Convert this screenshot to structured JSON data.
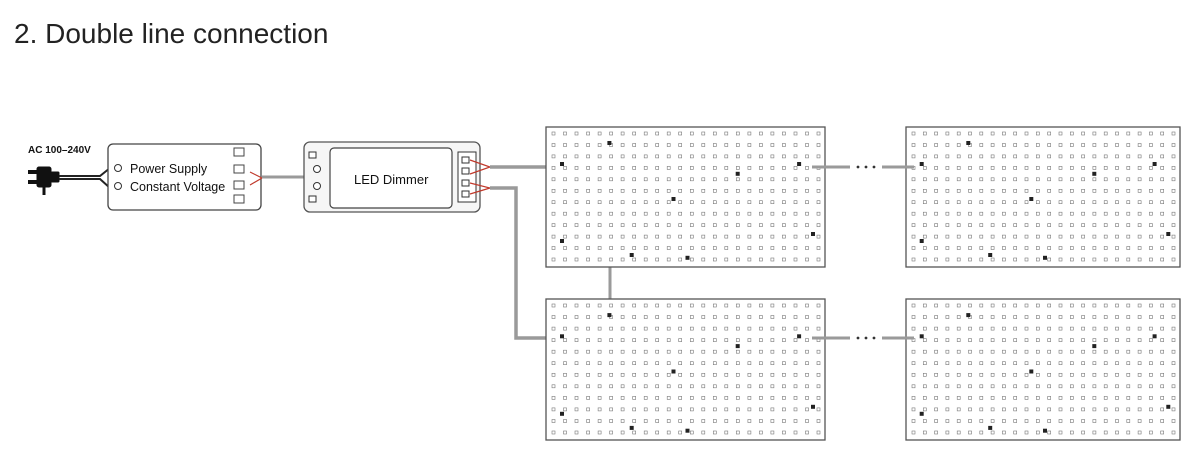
{
  "heading": "2. Double line connection",
  "input_label": "AC 100–240V",
  "power_supply": {
    "line1": "Power Supply",
    "line2": "Constant Voltage"
  },
  "dimmer": {
    "label": "LED Dimmer"
  },
  "panels": [
    {
      "id": "panel-top-1"
    },
    {
      "id": "panel-top-2"
    },
    {
      "id": "panel-bottom-1"
    },
    {
      "id": "panel-bottom-2"
    }
  ],
  "colors": {
    "wire": "#9a9a9a",
    "outline": "#555555",
    "led": "#777777",
    "background": "#ffffff"
  },
  "icons": [
    "plug-icon",
    "screw-terminal-icon",
    "led-chip-icon",
    "continuation-dots-icon"
  ]
}
